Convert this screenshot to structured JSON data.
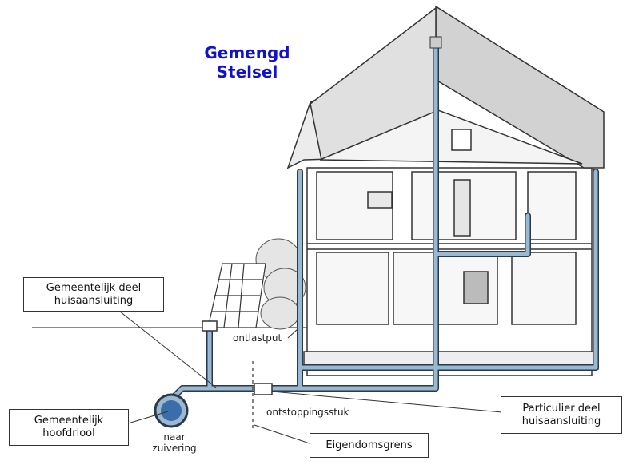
{
  "title": {
    "line1": "Gemengd",
    "line2": "Stelsel"
  },
  "callouts": {
    "gemeentelijk_deel": "Gemeentelijk deel huisaansluiting",
    "gemeentelijk_hoofdriool": "Gemeentelijk hoofdriool",
    "particulier_deel": "Particulier deel huisaansluiting",
    "eigendomsgrens": "Eigendomsgrens"
  },
  "labels": {
    "ontlastput": "ontlastput",
    "ontstoppingsstuk": "ontstoppingsstuk",
    "naar_zuivering_1": "naar",
    "naar_zuivering_2": "zuivering"
  },
  "colors": {
    "title": "#1111cc",
    "pipe": "#9ab8d0",
    "pipe_outline": "#2a3a4a",
    "roof": "#d9d9d9",
    "wall": "#ffffff"
  }
}
